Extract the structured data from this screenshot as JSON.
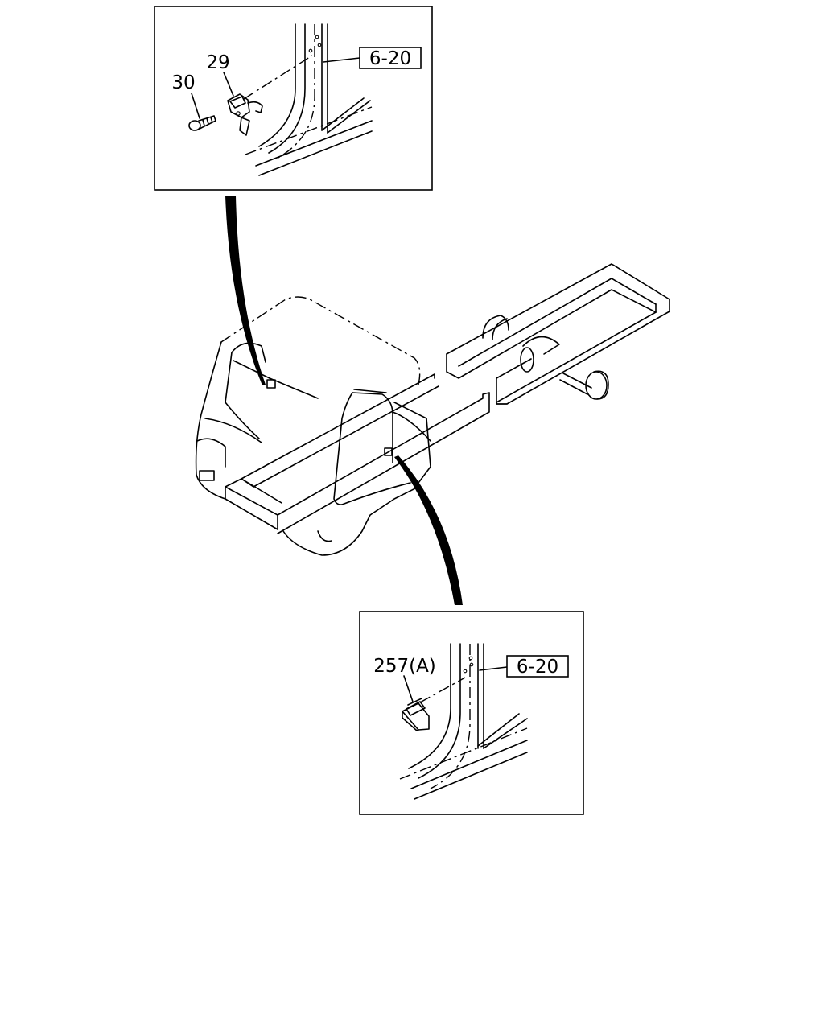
{
  "callouts": {
    "top": {
      "ref_label": "6-20",
      "parts": [
        {
          "number": "29"
        },
        {
          "number": "30"
        }
      ]
    },
    "bottom": {
      "ref_label": "6-20",
      "parts": [
        {
          "number": "257(A)"
        }
      ]
    }
  }
}
